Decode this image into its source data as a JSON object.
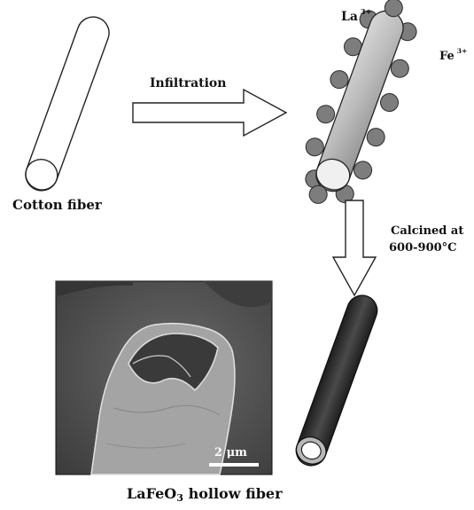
{
  "labels": {
    "infiltration": "Infiltration",
    "cotton_fiber": "Cotton fiber",
    "ion_la": "La",
    "ion_la_charge": "3+",
    "ion_fe": "Fe",
    "ion_fe_charge": "3+",
    "calcined_line1": "Calcined at",
    "calcined_line2": "600-900°C",
    "product_prefix": "LaFeO",
    "product_subscript": "3",
    "product_suffix": " hollow fiber",
    "scale_bar": "2 μm"
  },
  "colors": {
    "line": "#222222",
    "ion_fill": "#7d7d7d",
    "ion_stroke": "#2a2a2a",
    "hollow_fiber": "#3a3a3a",
    "sem_background": "#4a4a4a"
  }
}
